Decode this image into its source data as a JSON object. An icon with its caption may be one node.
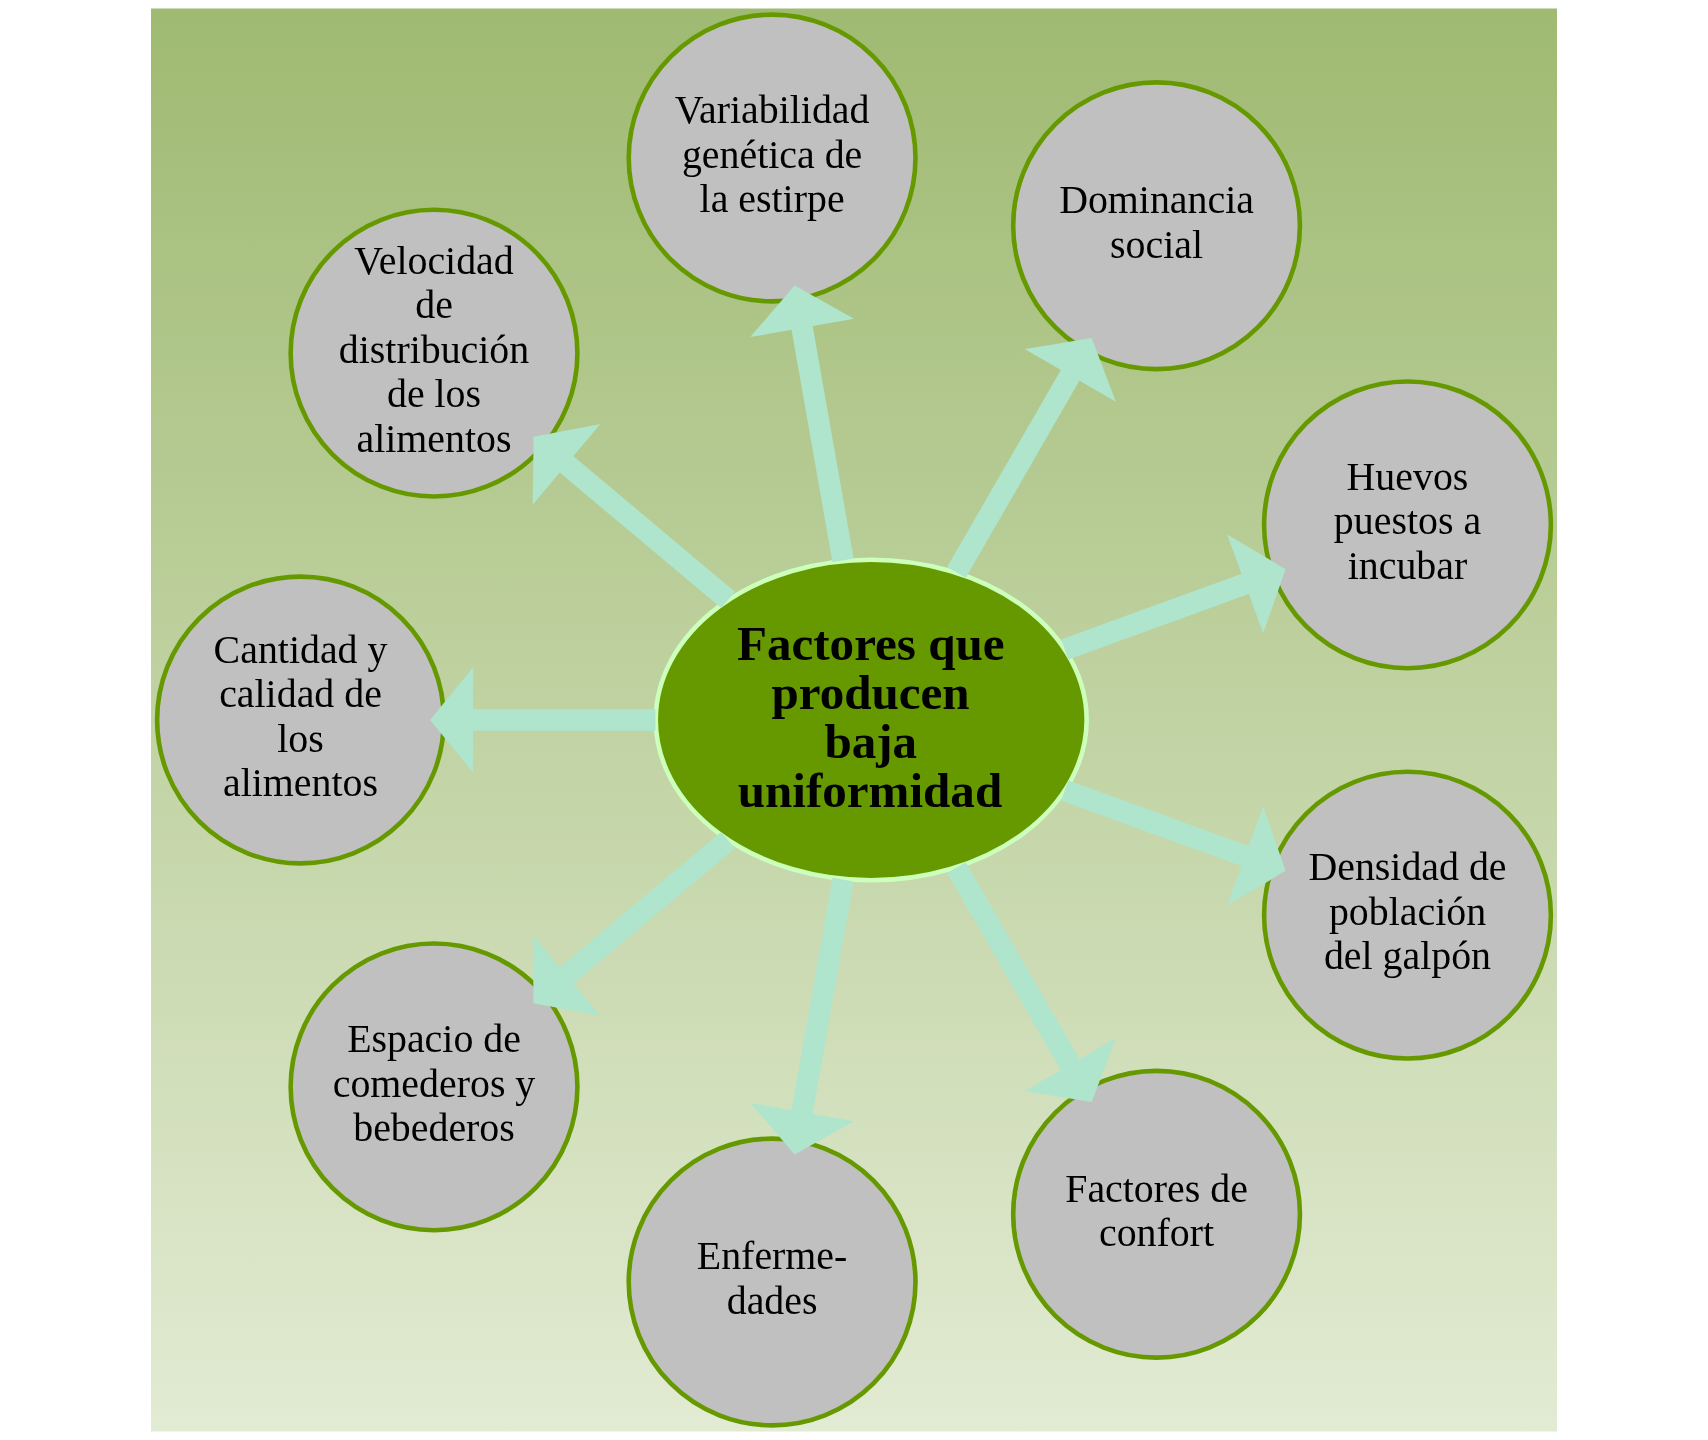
{
  "diagram": {
    "nodes": [
      {
        "text": [
          "Factores que producen baja uniformidad"
        ]
      },
      {
        "text": [
          "Huevos puestos a incubar"
        ]
      },
      {
        "text": [
          "Dominancia social"
        ]
      },
      {
        "text": [
          "Variabilidad genética de la estirpe"
        ]
      },
      {
        "text": [
          "Velocidad de distribución de los alimentos"
        ]
      },
      {
        "text": [
          "Cantidad y calidad de los alimentos"
        ]
      },
      {
        "text": [
          "Espacio de comederos y bebederos"
        ]
      },
      {
        "text": [
          "Enferme- dades"
        ]
      },
      {
        "text": [
          "Factores de confort"
        ]
      },
      {
        "text": [
          "Densidad de población del galpón"
        ]
      }
    ],
    "edges": [
      {
        "from": 0,
        "to": 1,
        "arrow": "to"
      },
      {
        "from": 0,
        "to": 2,
        "arrow": "to"
      },
      {
        "from": 0,
        "to": 3,
        "arrow": "to"
      },
      {
        "from": 0,
        "to": 4,
        "arrow": "to"
      },
      {
        "from": 0,
        "to": 5,
        "arrow": "to"
      },
      {
        "from": 0,
        "to": 6,
        "arrow": "to"
      },
      {
        "from": 0,
        "to": 7,
        "arrow": "to"
      },
      {
        "from": 0,
        "to": 8,
        "arrow": "to"
      },
      {
        "from": 0,
        "to": 9,
        "arrow": "to"
      }
    ]
  }
}
